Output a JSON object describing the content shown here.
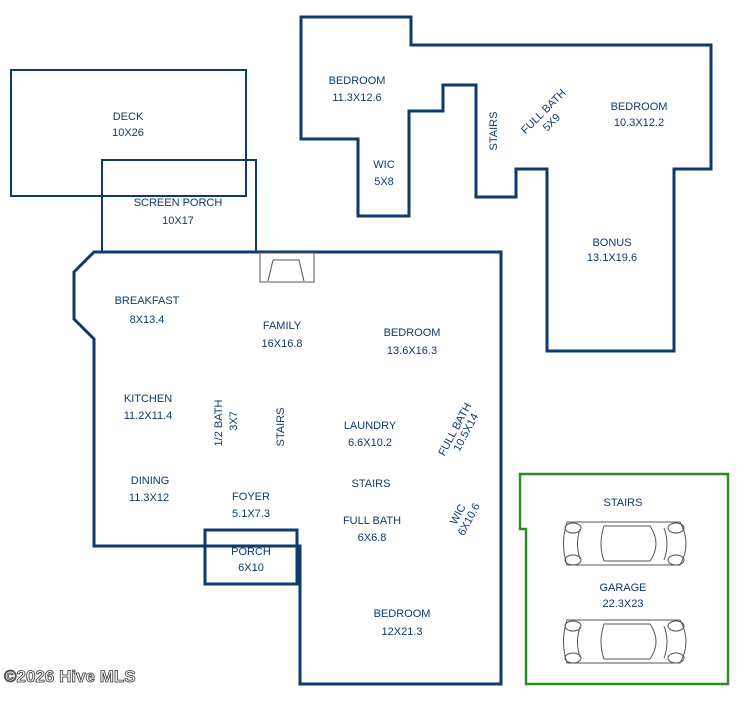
{
  "rooms": {
    "deck": {
      "name": "DECK",
      "size": "10X26"
    },
    "screen_porch": {
      "name": "SCREEN PORCH",
      "size": "10X17"
    },
    "bedroom_upper_left": {
      "name": "BEDROOM",
      "size": "11.3X12.6"
    },
    "wic_upper": {
      "name": "WIC",
      "size": "5X8"
    },
    "stairs_upper": {
      "name": "STAIRS"
    },
    "full_bath_upper": {
      "name": "FULL BATH",
      "size": "5X9"
    },
    "bedroom_upper_right": {
      "name": "BEDROOM",
      "size": "10.3X12.2"
    },
    "bonus": {
      "name": "BONUS",
      "size": "13.1X19.6"
    },
    "breakfast": {
      "name": "BREAKFAST",
      "size": "8X13.4"
    },
    "family": {
      "name": "FAMILY",
      "size": "16X16.8"
    },
    "bedroom_main": {
      "name": "BEDROOM",
      "size": "13.6X16.3"
    },
    "kitchen": {
      "name": "KITCHEN",
      "size": "11.2X11.4"
    },
    "half_bath": {
      "name": "1/2 BATH",
      "size": "3X7"
    },
    "stairs_main": {
      "name": "STAIRS"
    },
    "laundry": {
      "name": "LAUNDRY",
      "size": "6.6X10.2"
    },
    "full_bath_main_right": {
      "name": "FULL BATH",
      "size": "10.5X14"
    },
    "dining": {
      "name": "DINING",
      "size": "11.3X12"
    },
    "foyer": {
      "name": "FOYER",
      "size": "5.1X7.3"
    },
    "stairs_center": {
      "name": "STAIRS"
    },
    "full_bath_center": {
      "name": "FULL BATH",
      "size": "6X6.8"
    },
    "wic_main": {
      "name": "WIC",
      "size": "6X10.6"
    },
    "porch": {
      "name": "PORCH",
      "size": "6X10"
    },
    "bedroom_lower": {
      "name": "BEDROOM",
      "size": "12X21.3"
    },
    "garage_stairs": {
      "name": "STAIRS"
    },
    "garage": {
      "name": "GARAGE",
      "size": "22.3X23"
    }
  },
  "watermark": "©2026 Hive MLS",
  "colors": {
    "wall": "#0e3a6e",
    "garage_wall": "#2e8a23",
    "fixture": "#555555"
  }
}
